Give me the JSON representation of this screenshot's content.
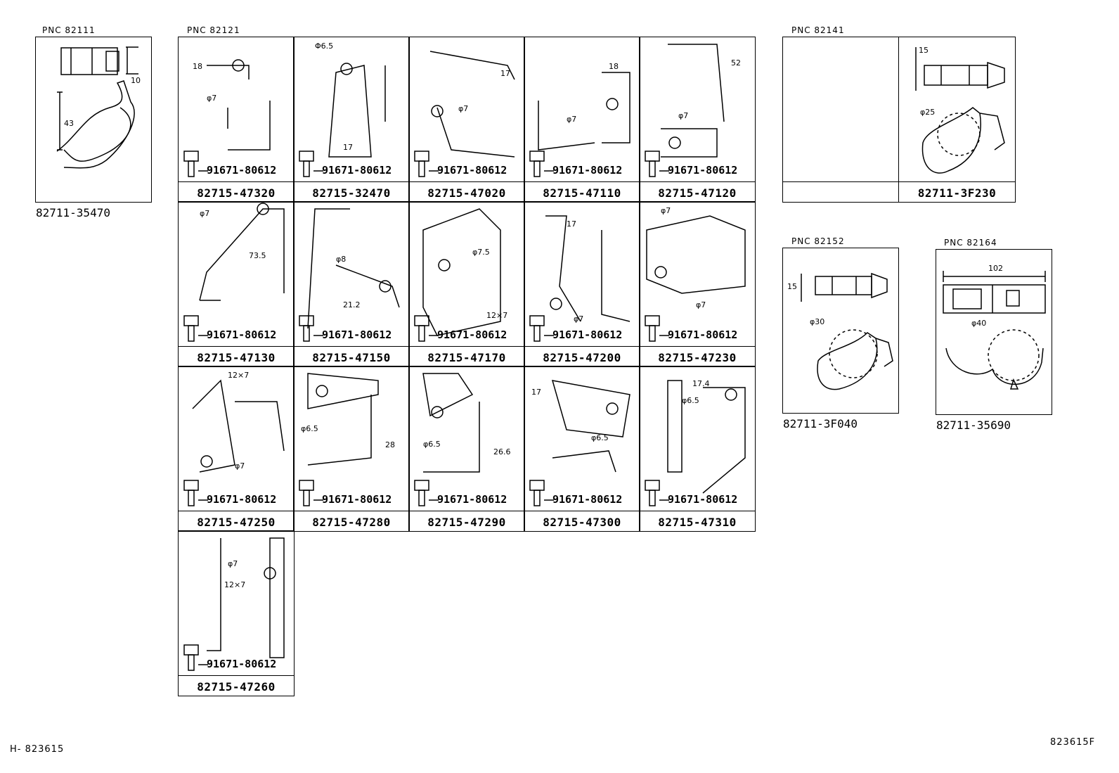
{
  "groups": {
    "g82111": {
      "pnc": "PNC   82111",
      "part": "82711-35470",
      "dims": [
        "10",
        "43"
      ]
    },
    "g82121": {
      "pnc": "PNC   82121",
      "bolt": "91671-80612",
      "cells": [
        {
          "part": "82715-47320",
          "dims": [
            "18",
            "φ7"
          ]
        },
        {
          "part": "82715-32470",
          "dims": [
            "Φ6.5",
            "17"
          ]
        },
        {
          "part": "82715-47020",
          "dims": [
            "17",
            "φ7"
          ]
        },
        {
          "part": "82715-47110",
          "dims": [
            "18",
            "φ7"
          ]
        },
        {
          "part": "82715-47120",
          "dims": [
            "52",
            "φ7"
          ]
        },
        {
          "part": "82715-47130",
          "dims": [
            "φ7",
            "73.5"
          ]
        },
        {
          "part": "82715-47150",
          "dims": [
            "φ8",
            "21.2"
          ]
        },
        {
          "part": "82715-47170",
          "dims": [
            "φ7.5",
            "12×7"
          ]
        },
        {
          "part": "82715-47200",
          "dims": [
            "17",
            "φ7"
          ]
        },
        {
          "part": "82715-47230",
          "dims": [
            "φ7",
            "φ7"
          ]
        },
        {
          "part": "82715-47250",
          "dims": [
            "12×7",
            "φ7"
          ]
        },
        {
          "part": "82715-47280",
          "dims": [
            "φ6.5",
            "28"
          ]
        },
        {
          "part": "82715-47290",
          "dims": [
            "φ6.5",
            "26.6"
          ]
        },
        {
          "part": "82715-47300",
          "dims": [
            "17",
            "φ6.5"
          ]
        },
        {
          "part": "82715-47310",
          "dims": [
            "17.4",
            "φ6.5"
          ]
        },
        {
          "part": "82715-47260",
          "dims": [
            "φ7",
            "12×7"
          ]
        }
      ]
    },
    "g82141": {
      "pnc": "PNC   82141",
      "part": "82711-3F230",
      "dims": [
        "15",
        "φ25"
      ]
    },
    "g82152": {
      "pnc": "PNC   82152",
      "part": "82711-3F040",
      "dims": [
        "15",
        "φ30"
      ]
    },
    "g82164": {
      "pnc": "PNC   82164",
      "part": "82711-35690",
      "dims": [
        "102",
        "φ40"
      ]
    }
  },
  "footer": {
    "left": "H- 823615",
    "right": "823615F"
  }
}
